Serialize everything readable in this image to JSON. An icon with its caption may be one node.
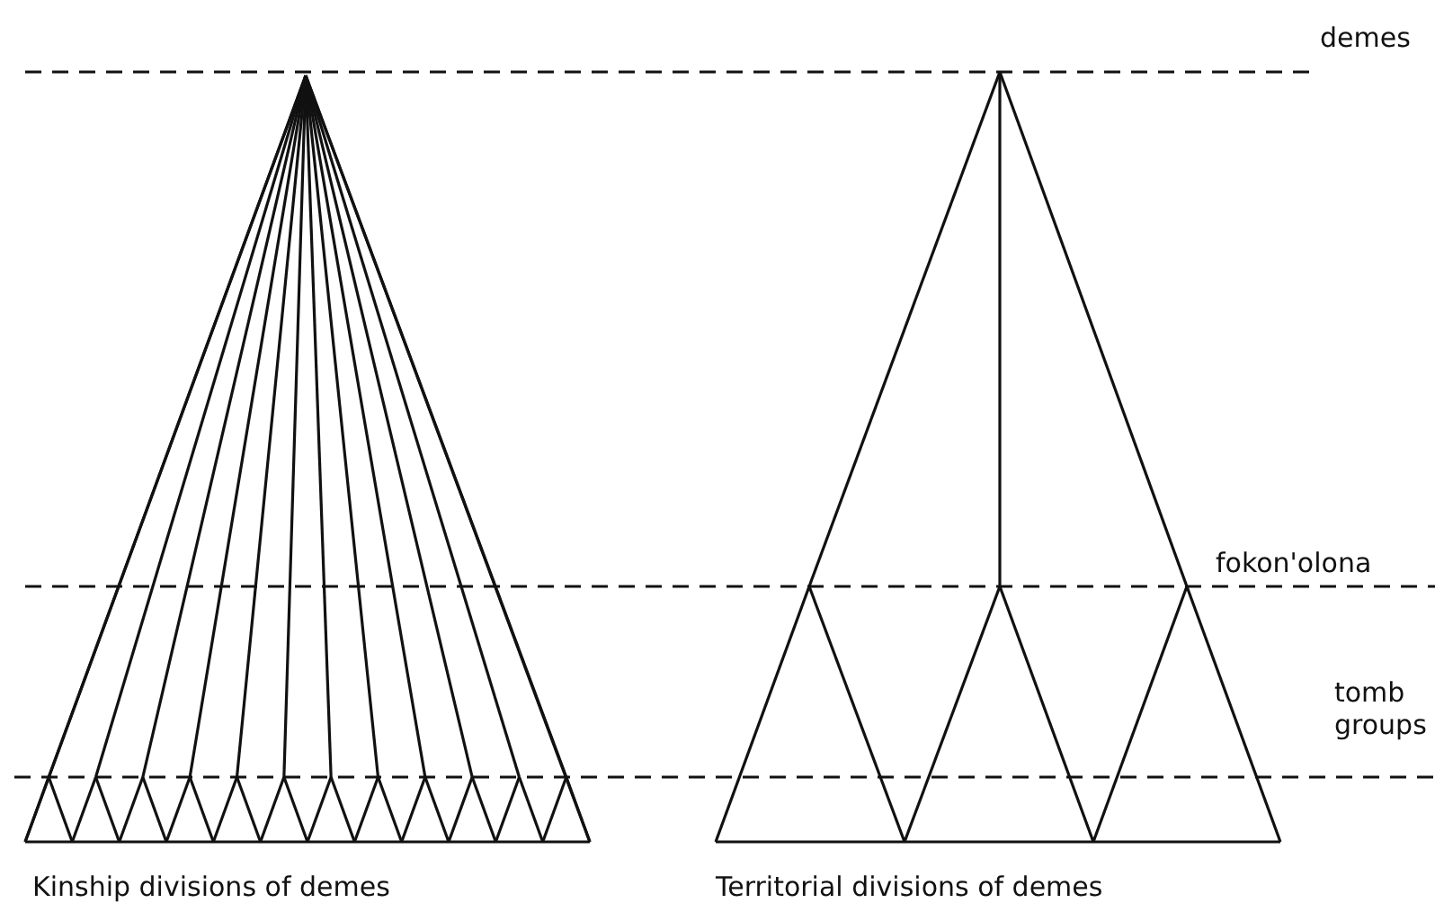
{
  "diagram": {
    "labels": [
      "demes",
      "fokon'olona",
      "tomb groups",
      "Kinship divisions of demes",
      "Territorial divisions of demes"
    ]
  }
}
